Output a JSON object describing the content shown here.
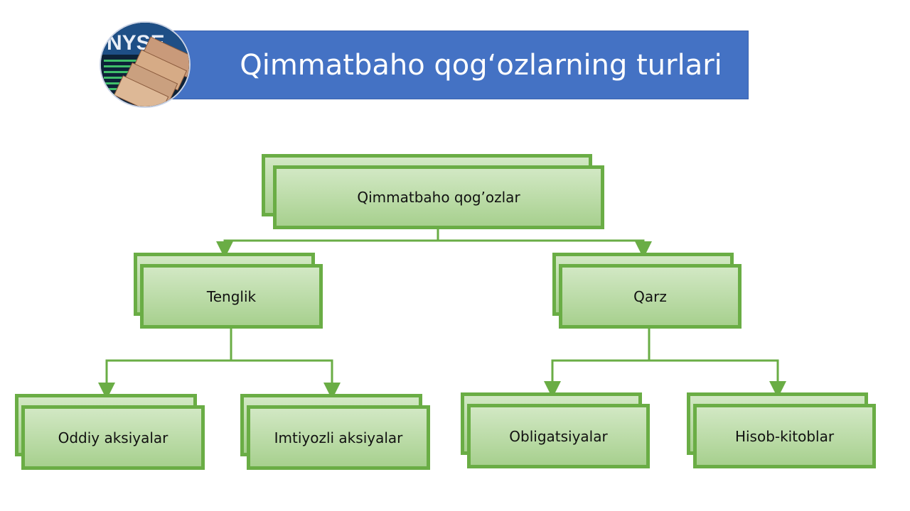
{
  "slide": {
    "title": "Qimmatbaho qog‘ozlarning turlari",
    "logo_text": "NYSE"
  },
  "diagram": {
    "root": "Qimmatbaho qog’ozlar",
    "level1": [
      "Tenglik",
      "Qarz"
    ],
    "level2": [
      "Oddiy aksiyalar",
      "Imtiyozli aksiyalar",
      "Obligatsiyalar",
      "Hisob-kitoblar"
    ]
  },
  "colors": {
    "banner": "#4472c4",
    "node_border": "#6aad45",
    "node_fill_top": "#d2e8c4",
    "node_fill_bottom": "#a7d08e"
  }
}
